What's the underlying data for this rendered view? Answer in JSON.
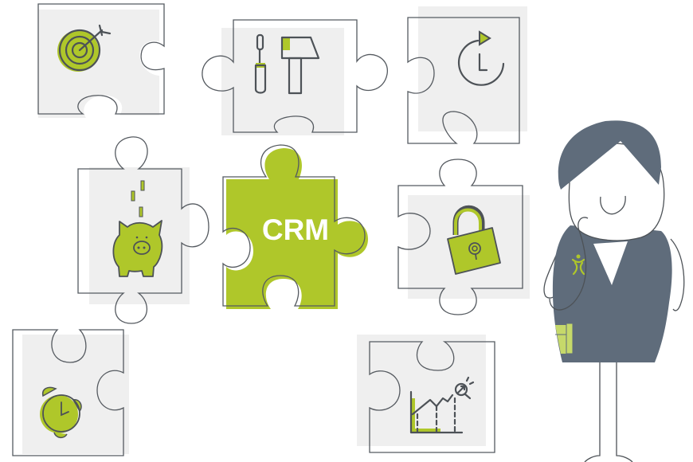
{
  "illustration": {
    "center_piece": {
      "label": "CRM",
      "color": "#afc72a"
    },
    "pieces": [
      {
        "id": "target",
        "icon": "target-icon"
      },
      {
        "id": "tools",
        "icon": "screwdriver-hammer-icon"
      },
      {
        "id": "timer",
        "icon": "timer-icon"
      },
      {
        "id": "savings",
        "icon": "piggy-bank-icon"
      },
      {
        "id": "security",
        "icon": "padlock-icon"
      },
      {
        "id": "alarm",
        "icon": "alarm-clock-icon"
      },
      {
        "id": "analytics",
        "icon": "growth-chart-icon"
      }
    ],
    "character": {
      "shirt_color": "#5f6c7b",
      "accent_color": "#afc72a"
    }
  },
  "colors": {
    "accent": "#afc72a",
    "outline": "#555a60",
    "piece_fill": "#efefef",
    "dark": "#5f6c7b"
  }
}
